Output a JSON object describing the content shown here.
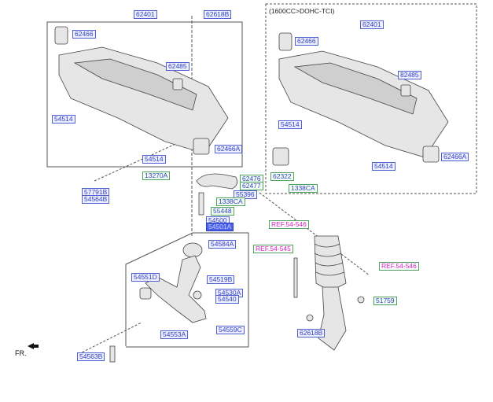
{
  "variant_caption": "(1600CC>DOHC-TCI)",
  "fr_label": "FR.",
  "labels": {
    "l62401": "62401",
    "l62618B": "62618B",
    "l62466": "62466",
    "l62485": "62485",
    "l54514a": "54514",
    "l54514b": "54514",
    "l62466A": "62466A",
    "l13270A": "13270A",
    "l57791B": "57791B",
    "l54564B": "54564B",
    "l62476": "62476",
    "l62477": "62477",
    "l55396": "55396",
    "l1338CA": "1338CA",
    "l55448": "55448",
    "l54500": "54500",
    "l54501A": "54501A",
    "l54584A": "54584A",
    "l54551D": "54551D",
    "l54519B": "54519B",
    "l54530A": "54530A",
    "l54540": "54540",
    "l54553A": "54553A",
    "l54559C": "54559C",
    "l54563B": "54563B",
    "r62401": "62401",
    "r62466": "62466",
    "r82485": "82485",
    "r54514a": "54514",
    "r62466A": "62466A",
    "r54514b": "54514",
    "r62322": "62322",
    "r1338CA": "1338CA",
    "ref1": "REF.54-546",
    "ref2": "REF.54-545",
    "ref3": "REF.54-546",
    "r51759": "51759",
    "r62618B": "62618B"
  },
  "colors": {
    "ref_text": "#d020c0",
    "label_text": "#3040c0",
    "highlight": "#4a60e8"
  }
}
